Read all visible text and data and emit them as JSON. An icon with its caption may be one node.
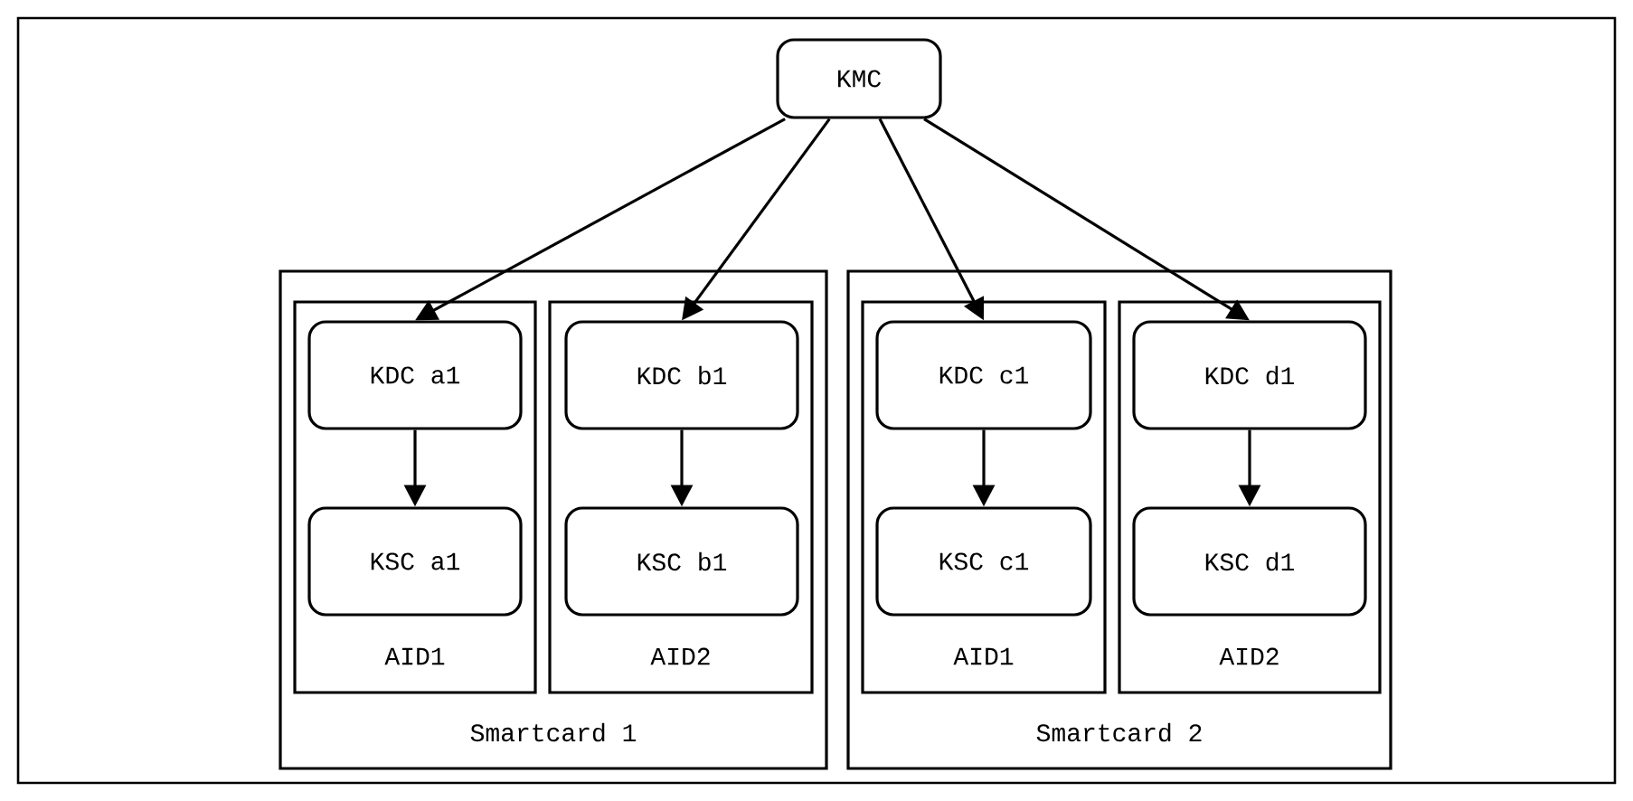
{
  "diagram": {
    "nodes": [
      {
        "text": [
          "KMC"
        ]
      },
      {
        "text": [
          "Smartcard 1"
        ]
      },
      {
        "text": [
          "AID1"
        ],
        "in": 1
      },
      {
        "text": [
          "KDC a1"
        ],
        "in": 2
      },
      {
        "text": [
          "KSC a1"
        ],
        "in": 2
      },
      {
        "text": [
          "AID2"
        ],
        "in": 1
      },
      {
        "text": [
          "KDC b1"
        ],
        "in": 5
      },
      {
        "text": [
          "KSC b1"
        ],
        "in": 5
      },
      {
        "text": [
          "Smartcard 2"
        ]
      },
      {
        "text": [
          "AID1"
        ],
        "in": 8
      },
      {
        "text": [
          "KDC c1"
        ],
        "in": 9
      },
      {
        "text": [
          "KSC c1"
        ],
        "in": 9
      },
      {
        "text": [
          "AID2"
        ],
        "in": 8
      },
      {
        "text": [
          "KDC d1"
        ],
        "in": 12
      },
      {
        "text": [
          "KSC d1"
        ],
        "in": 12
      }
    ],
    "edges": [
      {
        "from": 0,
        "to": 3,
        "arrow": "to"
      },
      {
        "from": 0,
        "to": 6,
        "arrow": "to"
      },
      {
        "from": 0,
        "to": 10,
        "arrow": "to"
      },
      {
        "from": 0,
        "to": 13,
        "arrow": "to"
      },
      {
        "from": 3,
        "to": 4,
        "arrow": "to"
      },
      {
        "from": 6,
        "to": 7,
        "arrow": "to"
      },
      {
        "from": 10,
        "to": 11,
        "arrow": "to"
      },
      {
        "from": 13,
        "to": 14,
        "arrow": "to"
      }
    ]
  }
}
